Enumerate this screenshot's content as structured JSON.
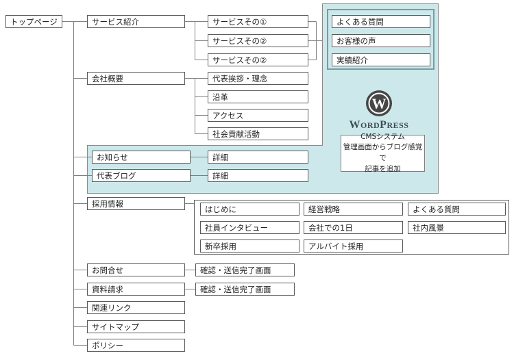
{
  "diagram_title": "site-map-diagram",
  "nodes": {
    "top": "トップページ",
    "service": "サービス紹介",
    "company": "会社概要",
    "news": "お知らせ",
    "blog": "代表ブログ",
    "recruit": "採用情報",
    "contact": "お問合せ",
    "request": "資料請求",
    "links": "関連リンク",
    "sitemap": "サイトマップ",
    "policy": "ポリシー",
    "svc1": "サービスその①",
    "svc2": "サービスその②",
    "svc3": "サービスその②",
    "greeting": "代表挨拶・理念",
    "history": "沿革",
    "access": "アクセス",
    "csr": "社会貢献活動",
    "news_detail": "詳細",
    "blog_detail": "詳細",
    "faq": "よくある質問",
    "voice": "お客様の声",
    "works": "実績紹介",
    "recruit_intro": "はじめに",
    "recruit_strategy": "経営戦略",
    "recruit_faq": "よくある質問",
    "recruit_interview": "社員インタビュー",
    "recruit_day": "会社での1日",
    "recruit_scenery": "社内風景",
    "recruit_newgrad": "新卒採用",
    "recruit_parttime": "アルバイト採用",
    "contact_confirm": "確認・送信完了画面",
    "request_confirm": "確認・送信完了画面"
  },
  "wordpress": {
    "wm_w": "W",
    "wm_ord": "ORD",
    "wm_p": "P",
    "wm_ress": "RESS",
    "note_line1": "CMSシステム",
    "note_line2": "管理画面からブログ感覚で",
    "note_line3": "記事を追加"
  },
  "colors": {
    "highlight_fill": "#cde8ea",
    "highlight_border": "#8a8a8a",
    "inner_border": "#6f9fa6",
    "box_border": "#595959",
    "connector": "#7f7f7f",
    "wordpress_dark": "#464646",
    "wordmark_text": "#3e4d57"
  }
}
